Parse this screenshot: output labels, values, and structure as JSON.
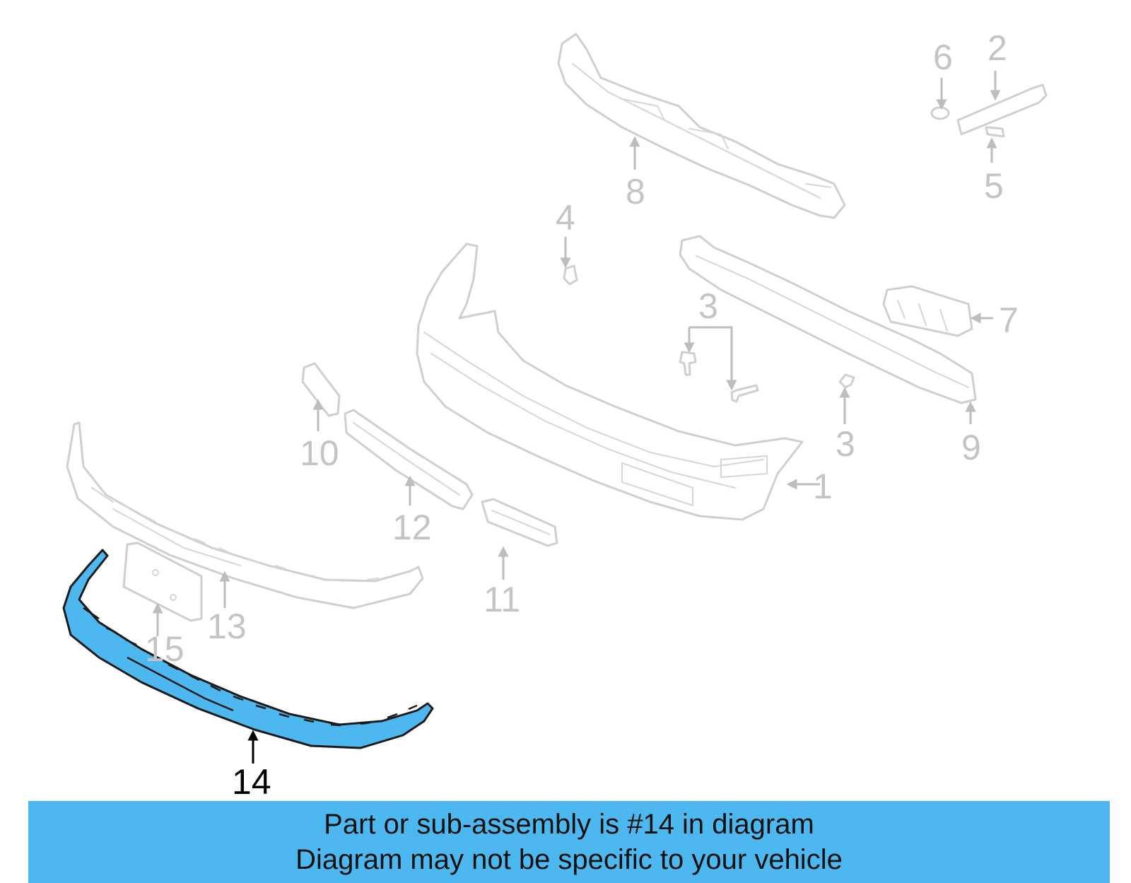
{
  "diagram": {
    "highlight_color": "#4db8ef",
    "highlighted_part": "14",
    "callouts": {
      "c1": "1",
      "c2": "2",
      "c3a": "3",
      "c3b": "3",
      "c4": "4",
      "c5": "5",
      "c6": "6",
      "c7": "7",
      "c8": "8",
      "c9": "9",
      "c10": "10",
      "c11": "11",
      "c12": "12",
      "c13": "13",
      "c14": "14",
      "c15": "15"
    }
  },
  "banner": {
    "color": "#4db8ef",
    "line1": "Part or sub-assembly is #14 in diagram",
    "line2": "Diagram may not be specific to your vehicle"
  }
}
